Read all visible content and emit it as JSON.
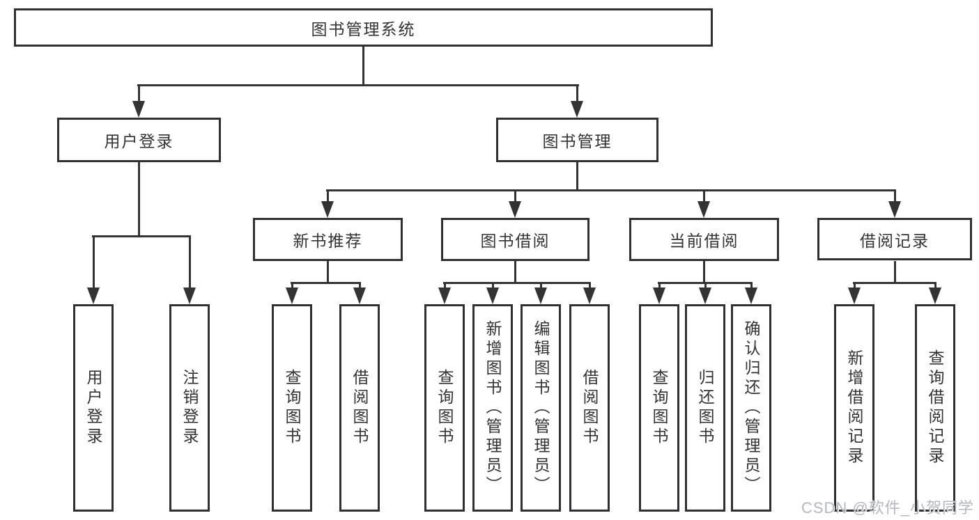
{
  "tree": {
    "root": {
      "label": "图书管理系统"
    },
    "branches": [
      {
        "label": "用户登录",
        "children": [
          {
            "label": "用户登录"
          },
          {
            "label": "注销登录"
          }
        ]
      },
      {
        "label": "图书管理",
        "children": [
          {
            "label": "新书推荐",
            "children": [
              {
                "label": "查询图书"
              },
              {
                "label": "借阅图书"
              }
            ]
          },
          {
            "label": "图书借阅",
            "children": [
              {
                "label": "查询图书"
              },
              {
                "label": "新增图书（管理员）"
              },
              {
                "label": "编辑图书（管理员）"
              },
              {
                "label": "借阅图书"
              }
            ]
          },
          {
            "label": "当前借阅",
            "children": [
              {
                "label": "查询图书"
              },
              {
                "label": "归还图书"
              },
              {
                "label": "确认归还（管理员）"
              }
            ]
          },
          {
            "label": "借阅记录",
            "children": [
              {
                "label": "新增借阅记录"
              },
              {
                "label": "查询借阅记录"
              }
            ]
          }
        ]
      }
    ]
  },
  "watermark": "CSDN @软件_小贺同学",
  "colors": {
    "background": "#ffffff",
    "line": "#333333",
    "box_border": "#2f3033",
    "text": "#333333",
    "watermark": "#b4b7bd"
  }
}
